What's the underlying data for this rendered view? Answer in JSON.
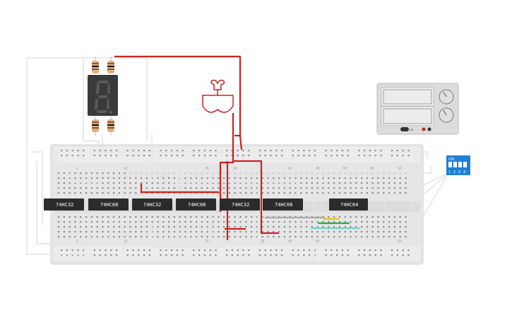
{
  "canvas": {
    "background": "#ffffff"
  },
  "chips": [
    {
      "label": "74HC32"
    },
    {
      "label": "74HC08"
    },
    {
      "label": "74HC32"
    },
    {
      "label": "74HC08"
    },
    {
      "label": "74HC32"
    },
    {
      "label": "74HC08"
    },
    {
      "label": "74HC04"
    }
  ],
  "breadboard": {
    "column_numbers": [
      "1",
      "10",
      "25",
      "30",
      "40",
      "45",
      "50",
      "55",
      "60"
    ],
    "bottom_column_numbers": [
      "1",
      "10",
      "25",
      "35",
      "40",
      "45",
      "60"
    ]
  },
  "dip_switch": {
    "title": "ON",
    "positions": [
      "1",
      "2",
      "3",
      "4"
    ]
  },
  "power_supply": {
    "button_label": "ON"
  },
  "seven_segment": {
    "digit": "8."
  },
  "colors": {
    "wire_white": "#e4e4e4",
    "wire_red": "#d02020",
    "wire_yellow": "#e6c21c",
    "wire_green": "#2fae3a",
    "wire_teal": "#7fd6d6",
    "chip_body": "#2b2b2b",
    "breadboard": "#e6e6e6",
    "dip_switch": "#1f7fd6"
  }
}
